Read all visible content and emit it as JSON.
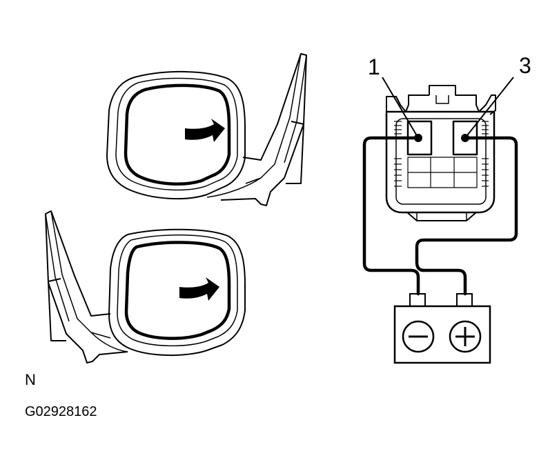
{
  "terminals": {
    "left": "1",
    "right": "3"
  },
  "battery": {
    "negative": "−",
    "positive": "+"
  },
  "view_letter": "N",
  "figure_code": "G02928162",
  "colors": {
    "line": "#000000",
    "background": "#ffffff"
  },
  "icons": [
    "arrow-icon",
    "minus-icon",
    "plus-icon"
  ]
}
